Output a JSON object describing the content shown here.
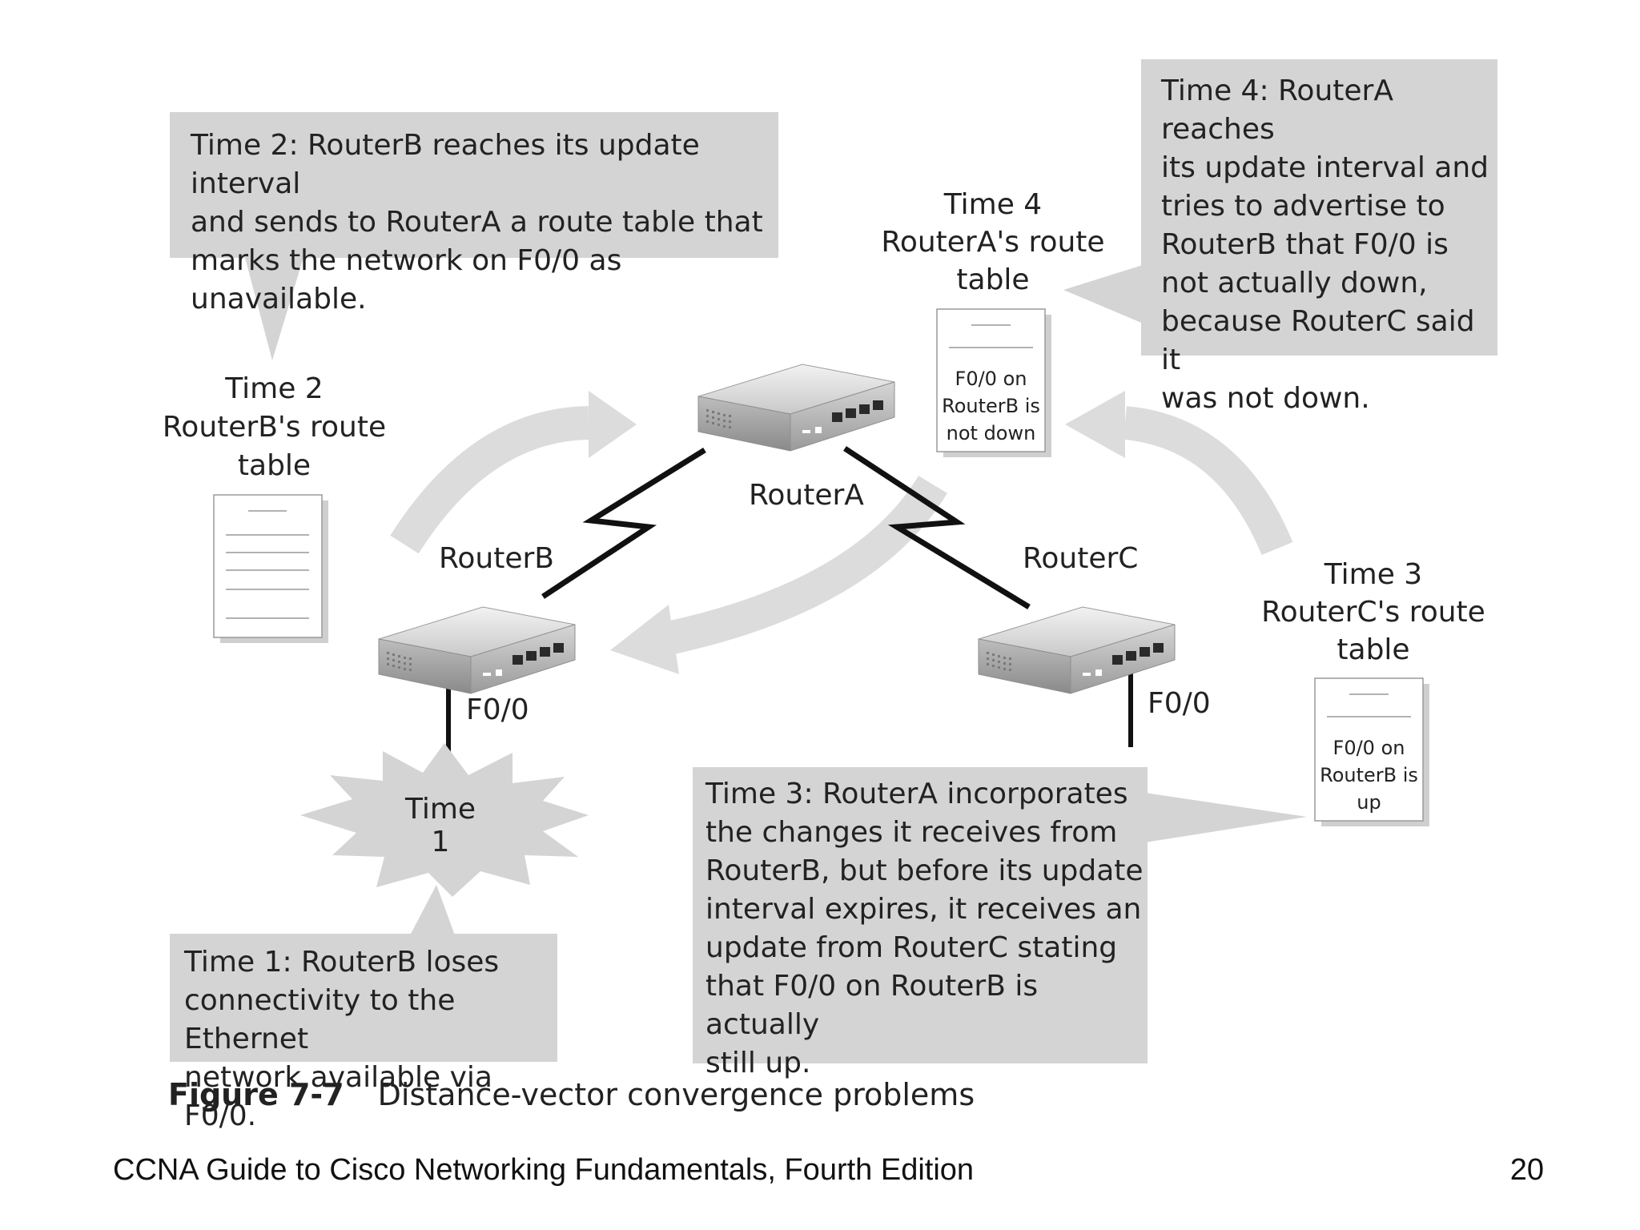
{
  "callouts": {
    "time1": "Time 1: RouterB loses\nconnectivity to the Ethernet\nnetwork available via F0/0.",
    "time2": "Time 2: RouterB reaches its update interval\nand sends to RouterA a route table that\nmarks the network on F0/0 as unavailable.",
    "time3": "Time 3: RouterA incorporates\nthe changes it receives from\nRouterB, but before its update\ninterval expires, it receives an\nupdate from RouterC stating\nthat F0/0 on RouterB is actually\nstill up.",
    "time4": "Time 4: RouterA reaches\nits update interval and\ntries to advertise to\nRouterB that F0/0 is\nnot actually down,\nbecause RouterC said it\nwas not down."
  },
  "labels": {
    "time2_table": "Time 2\nRouterB's route\ntable",
    "time3_table": "Time 3\nRouterC's route\ntable",
    "time4_table": "Time 4\nRouterA's route\ntable",
    "time1_burst": "Time 1"
  },
  "routers": {
    "a": "RouterA",
    "b": "RouterB",
    "c": "RouterC"
  },
  "interfaces": {
    "b_port": "F0/0",
    "c_port": "F0/0"
  },
  "documents": {
    "routerA_doc": "F0/0 on\nRouterB is\nnot down",
    "routerC_doc": "F0/0 on\nRouterB is\nup"
  },
  "caption": {
    "number": "Figure 7-7",
    "text": "Distance-vector convergence problems"
  },
  "footer": {
    "title": "CCNA Guide to Cisco Networking Fundamentals, Fourth Edition",
    "page": "20"
  }
}
